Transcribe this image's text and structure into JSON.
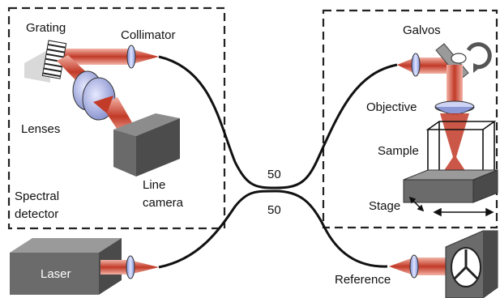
{
  "labels": {
    "grating": "Grating",
    "collimator": "Collimator",
    "lenses": "Lenses",
    "line_camera_1": "Line",
    "line_camera_2": "camera",
    "spectral_1": "Spectral",
    "spectral_2": "detector",
    "laser": "Laser",
    "coupler_top": "50",
    "coupler_bottom": "50",
    "galvos": "Galvos",
    "objective": "Objective",
    "sample": "Sample",
    "stage": "Stage",
    "reference": "Reference"
  },
  "colors": {
    "beam": "#c0392b",
    "fiber": "#111111",
    "lens": "#a9b6ea",
    "block": "#6b6b6b",
    "dashed_border": "#222222"
  }
}
